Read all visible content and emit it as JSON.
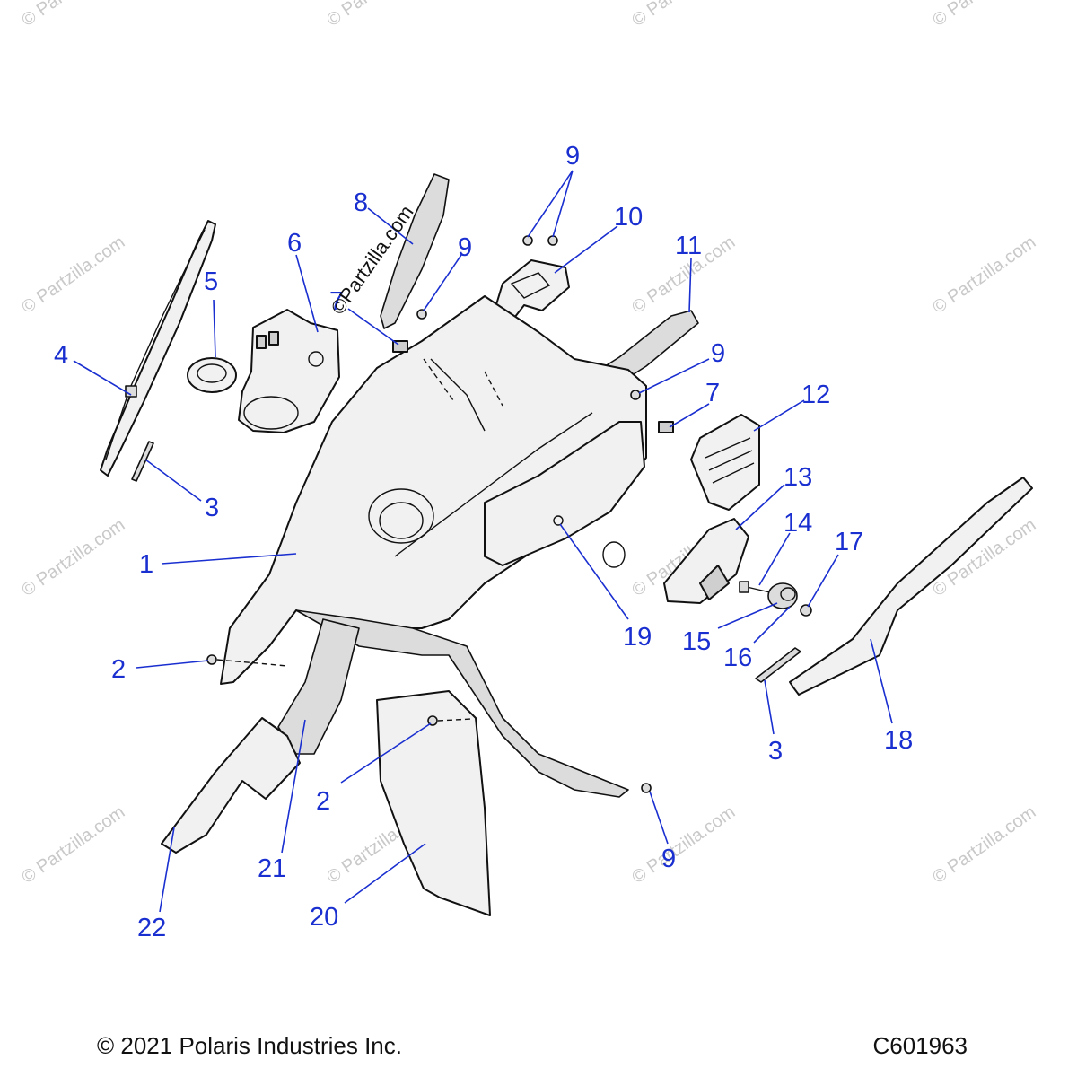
{
  "watermark": {
    "text": "© Partzilla.com",
    "main_text": "©Partzilla.com"
  },
  "callouts": [
    {
      "id": "c1",
      "label": "1"
    },
    {
      "id": "c2a",
      "label": "2"
    },
    {
      "id": "c2b",
      "label": "2"
    },
    {
      "id": "c3a",
      "label": "3"
    },
    {
      "id": "c3b",
      "label": "3"
    },
    {
      "id": "c4",
      "label": "4"
    },
    {
      "id": "c5",
      "label": "5"
    },
    {
      "id": "c6",
      "label": "6"
    },
    {
      "id": "c7a",
      "label": "7"
    },
    {
      "id": "c7b",
      "label": "7"
    },
    {
      "id": "c8",
      "label": "8"
    },
    {
      "id": "c9a",
      "label": "9"
    },
    {
      "id": "c9b",
      "label": "9"
    },
    {
      "id": "c9c",
      "label": "9"
    },
    {
      "id": "c9d",
      "label": "9"
    },
    {
      "id": "c10",
      "label": "10"
    },
    {
      "id": "c11",
      "label": "11"
    },
    {
      "id": "c12",
      "label": "12"
    },
    {
      "id": "c13",
      "label": "13"
    },
    {
      "id": "c14",
      "label": "14"
    },
    {
      "id": "c15",
      "label": "15"
    },
    {
      "id": "c16",
      "label": "16"
    },
    {
      "id": "c17",
      "label": "17"
    },
    {
      "id": "c18",
      "label": "18"
    },
    {
      "id": "c19",
      "label": "19"
    },
    {
      "id": "c20",
      "label": "20"
    },
    {
      "id": "c21",
      "label": "21"
    },
    {
      "id": "c22",
      "label": "22"
    }
  ],
  "footer": {
    "copyright": "© 2021 Polaris Industries Inc.",
    "drawing_id": "C601963"
  },
  "colors": {
    "callout": "#1a2fd0",
    "line_art": "#111111",
    "watermark": "#c9c9c9"
  }
}
